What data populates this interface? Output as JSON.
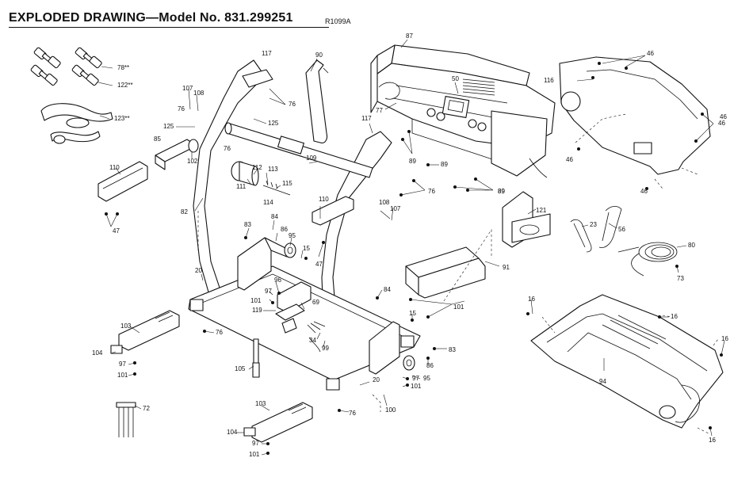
{
  "header": {
    "title": "EXPLODED DRAWING—Model No. 831.299251",
    "drawing_code": "R1099A"
  },
  "callouts": [
    "87",
    "50",
    "77",
    "116",
    "46",
    "46",
    "46",
    "46",
    "46",
    "78**",
    "122**",
    "123**",
    "117",
    "90",
    "76",
    "107",
    "108",
    "76",
    "125",
    "125",
    "85",
    "102",
    "76",
    "110",
    "112",
    "113",
    "111",
    "115",
    "114",
    "109",
    "117",
    "89",
    "89",
    "89",
    "76",
    "89",
    "82",
    "47",
    "83",
    "84",
    "86",
    "95",
    "15",
    "47",
    "110",
    "108",
    "107",
    "121",
    "23",
    "56",
    "80",
    "73",
    "91",
    "96",
    "97",
    "101",
    "119",
    "69",
    "84",
    "101",
    "20",
    "103",
    "104",
    "97",
    "101",
    "76",
    "105",
    "15",
    "34",
    "99",
    "83",
    "86",
    "95",
    "97",
    "101",
    "20",
    "100",
    "103",
    "104",
    "97",
    "101",
    "76",
    "72",
    "16",
    "16",
    "16",
    "94",
    "16"
  ]
}
